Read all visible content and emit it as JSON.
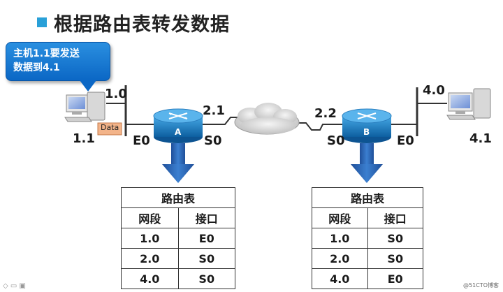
{
  "title": "根据路由表转发数据",
  "callout": {
    "line1": "主机1.1要发送",
    "line2": "数据到4.1"
  },
  "hosts": {
    "left": {
      "net_label": "1.0",
      "host_label": "1.1",
      "packet_label": "Data"
    },
    "right": {
      "net_label": "4.0",
      "host_label": "4.1"
    }
  },
  "routers": {
    "a": {
      "name": "A",
      "e_iface": "E0",
      "s_iface": "S0",
      "s_net": "2.1"
    },
    "b": {
      "name": "B",
      "e_iface": "E0",
      "s_iface": "S0",
      "s_net": "2.2"
    }
  },
  "tables": {
    "a": {
      "caption": "路由表",
      "headers": [
        "网段",
        "接口"
      ],
      "rows": [
        [
          "1.0",
          "E0"
        ],
        [
          "2.0",
          "S0"
        ],
        [
          "4.0",
          "S0"
        ]
      ]
    },
    "b": {
      "caption": "路由表",
      "headers": [
        "网段",
        "接口"
      ],
      "rows": [
        [
          "1.0",
          "S0"
        ],
        [
          "2.0",
          "S0"
        ],
        [
          "4.0",
          "E0"
        ]
      ]
    }
  },
  "watermark": "@51CTO博客",
  "colors": {
    "accent": "#29a0d8",
    "callout": "#0b67c5",
    "router": "#1a82c4",
    "arrow": "#1c5aa6"
  }
}
